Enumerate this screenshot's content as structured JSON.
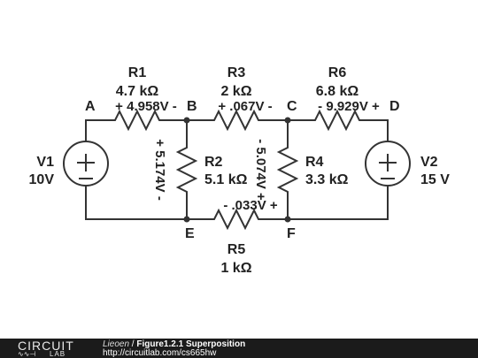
{
  "nodes": {
    "a": "A",
    "b": "B",
    "c": "C",
    "d": "D",
    "e": "E",
    "f": "F"
  },
  "components": {
    "r1": {
      "name": "R1",
      "value": "4.7 kΩ",
      "voltage": "+ 4.958V -"
    },
    "r2": {
      "name": "R2",
      "value": "5.1 kΩ",
      "voltage": "+ 5.174V -"
    },
    "r3": {
      "name": "R3",
      "value": "2 kΩ",
      "voltage": "+ .067V -"
    },
    "r4": {
      "name": "R4",
      "value": "3.3 kΩ",
      "voltage": "- 5.074V +"
    },
    "r5": {
      "name": "R5",
      "value": "1 kΩ",
      "voltage": "- .033V +"
    },
    "r6": {
      "name": "R6",
      "value": "6.8 kΩ",
      "voltage": "- 9.929V +"
    },
    "v1": {
      "name": "V1",
      "value": "10V"
    },
    "v2": {
      "name": "V2",
      "value": "15 V"
    }
  },
  "footer": {
    "logo_top": "CIRCUIT",
    "logo_bottom": "LAB",
    "author": "Lieoen",
    "separator": " / ",
    "title": "Figure1.2.1 Superposition",
    "url": "http://circuitlab.com/cs665hw"
  }
}
